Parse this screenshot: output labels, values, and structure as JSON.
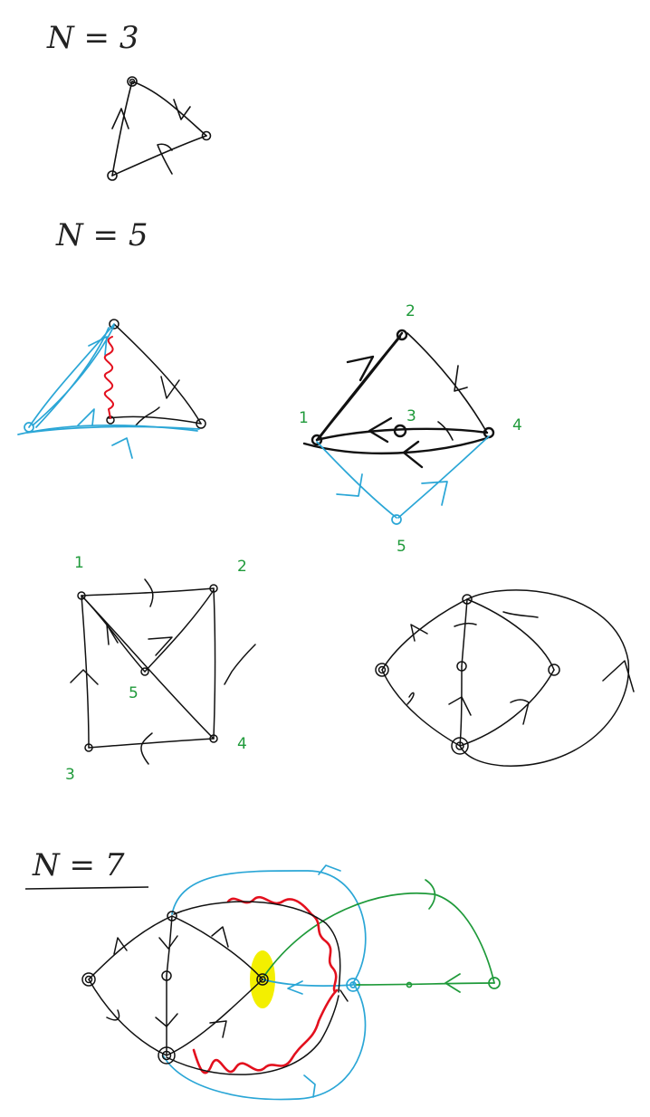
{
  "sections": {
    "n3": {
      "title": "N = 3"
    },
    "n5": {
      "title": "N = 5"
    },
    "n7": {
      "title": "N = 7"
    }
  },
  "labels": {
    "pyramid": {
      "v1": "1",
      "v2": "2",
      "v3": "3",
      "v4": "4",
      "v5": "5"
    },
    "square": {
      "v1": "1",
      "v2": "2",
      "v3": "3",
      "v4": "4",
      "v5": "5"
    }
  },
  "colors": {
    "ink": "#111111",
    "blue": "#2aa6d6",
    "red": "#e3101e",
    "green": "#1f9a3a",
    "highlight": "#f3ef00"
  }
}
